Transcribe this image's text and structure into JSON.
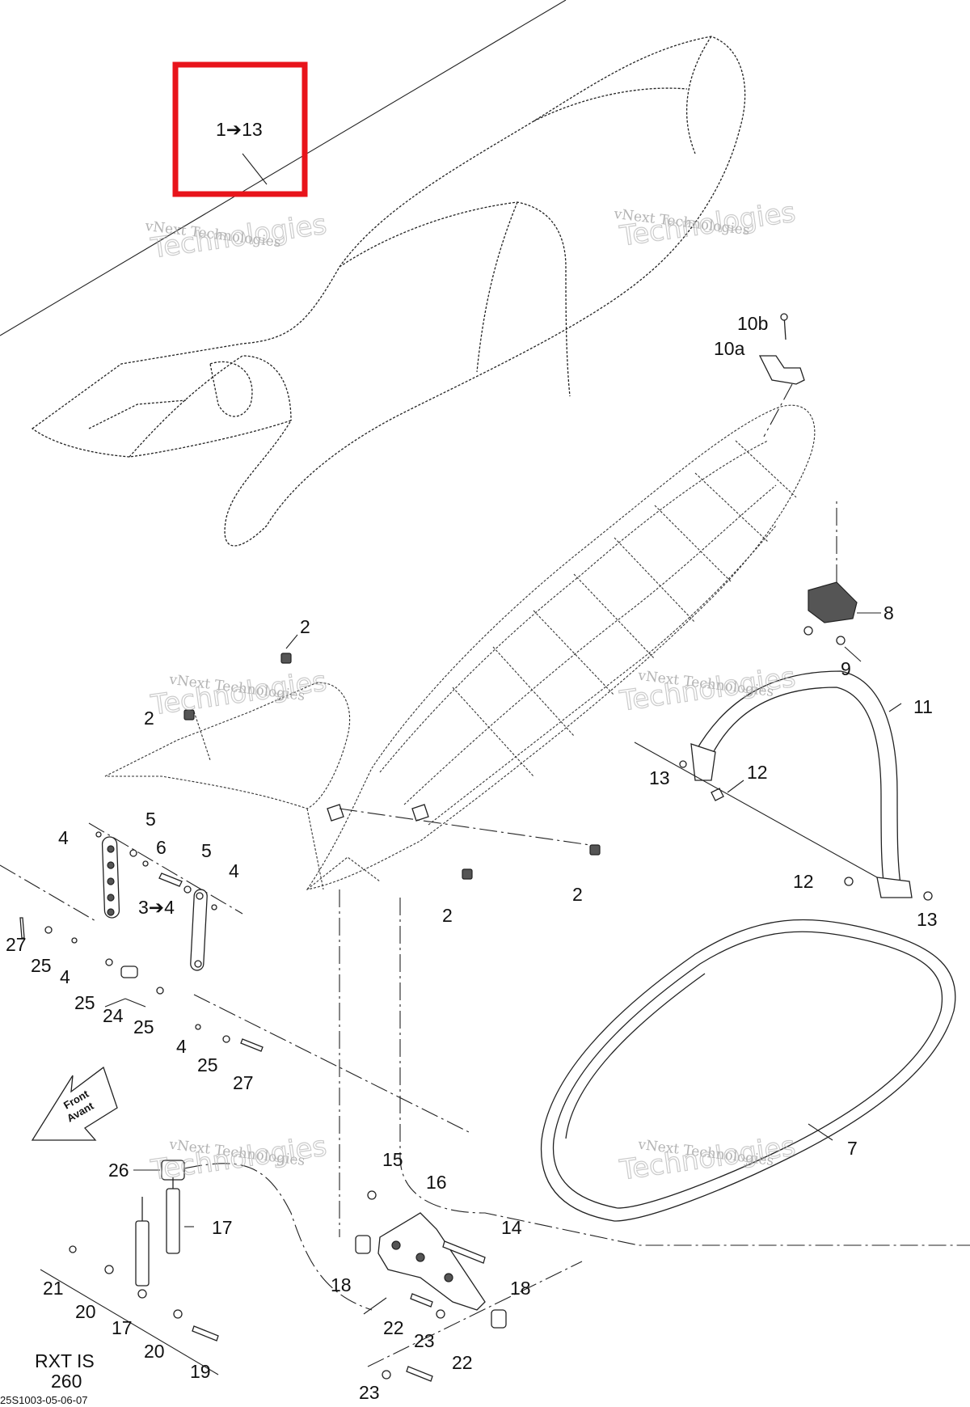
{
  "diagram": {
    "callouts": [
      {
        "id": "c-1-13",
        "text": "1➔13"
      },
      {
        "id": "c-10b",
        "text": "10b"
      },
      {
        "id": "c-10a",
        "text": "10a"
      },
      {
        "id": "c-8",
        "text": "8"
      },
      {
        "id": "c-9",
        "text": "9"
      },
      {
        "id": "c-11",
        "text": "11"
      },
      {
        "id": "c-12a",
        "text": "12"
      },
      {
        "id": "c-13a",
        "text": "13"
      },
      {
        "id": "c-12b",
        "text": "12"
      },
      {
        "id": "c-13b",
        "text": "13"
      },
      {
        "id": "c-2a",
        "text": "2"
      },
      {
        "id": "c-2b",
        "text": "2"
      },
      {
        "id": "c-2c",
        "text": "2"
      },
      {
        "id": "c-2d",
        "text": "2"
      },
      {
        "id": "c-4a",
        "text": "4"
      },
      {
        "id": "c-5a",
        "text": "5"
      },
      {
        "id": "c-6",
        "text": "6"
      },
      {
        "id": "c-5b",
        "text": "5"
      },
      {
        "id": "c-4b",
        "text": "4"
      },
      {
        "id": "c-3-4",
        "text": "3➔4"
      },
      {
        "id": "c-27a",
        "text": "27"
      },
      {
        "id": "c-25a",
        "text": "25"
      },
      {
        "id": "c-4c",
        "text": "4"
      },
      {
        "id": "c-25b",
        "text": "25"
      },
      {
        "id": "c-24",
        "text": "24"
      },
      {
        "id": "c-25c",
        "text": "25"
      },
      {
        "id": "c-4d",
        "text": "4"
      },
      {
        "id": "c-25d",
        "text": "25"
      },
      {
        "id": "c-27b",
        "text": "27"
      },
      {
        "id": "c-7",
        "text": "7"
      },
      {
        "id": "c-26",
        "text": "26"
      },
      {
        "id": "c-17a",
        "text": "17"
      },
      {
        "id": "c-21",
        "text": "21"
      },
      {
        "id": "c-20a",
        "text": "20"
      },
      {
        "id": "c-17b",
        "text": "17"
      },
      {
        "id": "c-20b",
        "text": "20"
      },
      {
        "id": "c-19",
        "text": "19"
      },
      {
        "id": "c-15",
        "text": "15"
      },
      {
        "id": "c-16",
        "text": "16"
      },
      {
        "id": "c-14",
        "text": "14"
      },
      {
        "id": "c-18a",
        "text": "18"
      },
      {
        "id": "c-18b",
        "text": "18"
      },
      {
        "id": "c-22a",
        "text": "22"
      },
      {
        "id": "c-23a",
        "text": "23"
      },
      {
        "id": "c-22b",
        "text": "22"
      },
      {
        "id": "c-23b",
        "text": "23"
      }
    ],
    "model_note": {
      "line1": "RXT IS",
      "line2": "260"
    },
    "front_arrow": {
      "line1": "Front",
      "line2": "Avant"
    },
    "drawing_number": "25S1003-05-06-07",
    "watermarks": [
      {
        "small": "vNext Technologies",
        "large": "Technologies"
      },
      {
        "small": "vNext Technologies",
        "large": "Technologies"
      },
      {
        "small": "vNext Technologies",
        "large": "Technologies"
      },
      {
        "small": "vNext Technologies",
        "large": "Technologies"
      },
      {
        "small": "vNext Technologies",
        "large": "Technologies"
      },
      {
        "small": "vNext Technologies",
        "large": "Technologies"
      }
    ],
    "highlight_color": "#e8141b"
  }
}
